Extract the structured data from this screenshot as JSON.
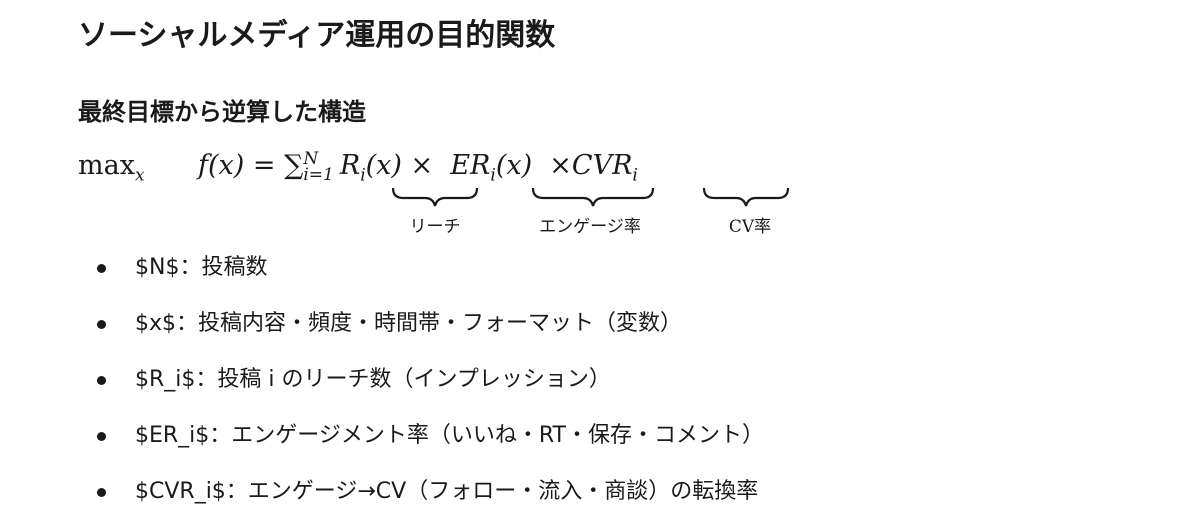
{
  "title": "ソーシャルメディア運用の目的関数",
  "subtitle": "最終目標から逆算した構造",
  "formula": {
    "max": "max",
    "max_sub": "x",
    "fx": "f(x) = ",
    "sum": "∑",
    "sum_sub": "i=1",
    "sum_sup": "N",
    "r_term": "R",
    "r_sub": "i",
    "r_arg": "(x)",
    "times": "×",
    "er_term": "ER",
    "er_sub": "i",
    "er_arg": "(x)",
    "cvr_term": "CVR",
    "cvr_sub": "i",
    "labels": [
      "リーチ",
      "エンゲージ率",
      "CV率"
    ]
  },
  "bullets": [
    "$N$：投稿数",
    "$x$：投稿内容・頻度・時間帯・フォーマット（変数）",
    "$R_i$：投稿 i のリーチ数（インプレッション）",
    "$ER_i$：エンゲージメント率（いいね・RT・保存・コメント）",
    "$CVR_i$：エンゲージ→CV（フォロー・流入・商談）の転換率"
  ]
}
